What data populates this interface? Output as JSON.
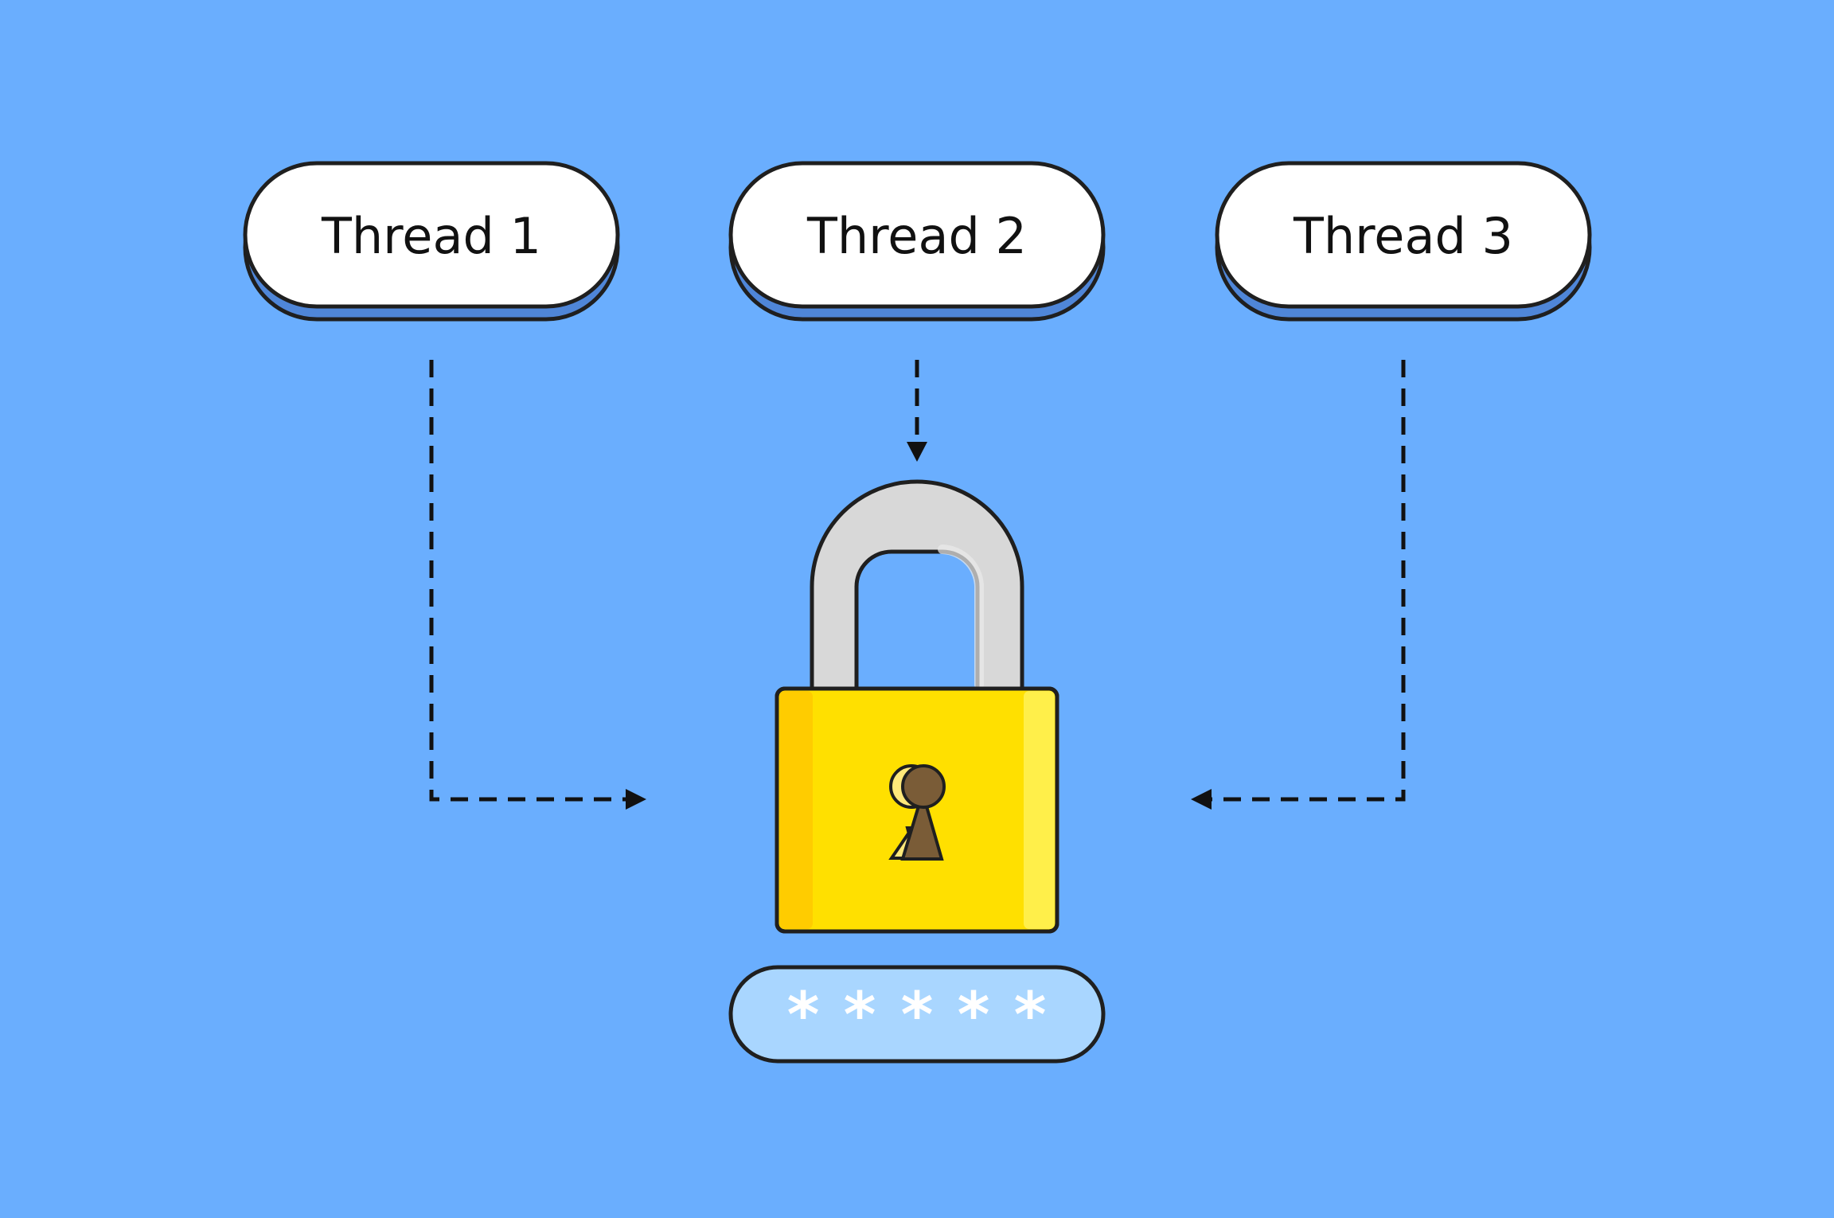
{
  "diagram": {
    "nodes": [
      {
        "id": "thread-1",
        "label": "Thread 1"
      },
      {
        "id": "thread-2",
        "label": "Thread 2"
      },
      {
        "id": "thread-3",
        "label": "Thread 3"
      }
    ],
    "edges": [
      {
        "from": "thread-1",
        "to": "lock",
        "style": "dashed"
      },
      {
        "from": "thread-2",
        "to": "lock",
        "style": "dashed"
      },
      {
        "from": "thread-3",
        "to": "lock",
        "style": "dashed"
      }
    ],
    "lock": {
      "icon": "padlock-icon",
      "keyhole_icon": "keyhole-icon",
      "password_mask": [
        "*",
        "*",
        "*",
        "*",
        "*"
      ]
    }
  },
  "colors": {
    "background": "#6aaefe",
    "pill_fill": "#ffffff",
    "pill_shadow": "#4f86d8",
    "outline": "#1f1f1f",
    "lock_body": "#ffe000",
    "lock_body_left": "#ffcc00",
    "lock_body_right": "#ffef4a",
    "shackle": "#d8d8d8",
    "keyhole": "#7a5c37",
    "password_field": "#a9d6ff"
  }
}
